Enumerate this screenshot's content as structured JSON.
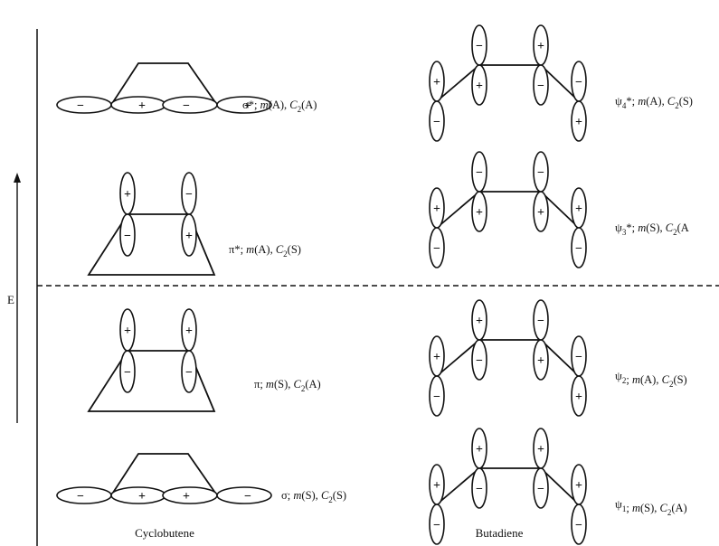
{
  "energy_axis": {
    "label": "E"
  },
  "names": {
    "cyclobutene": "Cyclobutene",
    "butadiene": "Butadiene"
  },
  "cyclobutene_orbitals": [
    {
      "key": "sigma_star",
      "sym": "σ*",
      "rest": "; m(A), C2(A)"
    },
    {
      "key": "pi_star",
      "sym": "π*",
      "rest": "; m(A), C2(S)"
    },
    {
      "key": "pi",
      "sym": "π",
      "rest": "; m(S), C2(A)"
    },
    {
      "key": "sigma",
      "sym": "σ",
      "rest": "; m(S), C2(S)"
    }
  ],
  "butadiene_orbitals": [
    {
      "key": "psi4",
      "sym": "ψ4*",
      "rest": "; m(A), C2(S)",
      "signs_top": [
        "+",
        "−",
        "+",
        "−"
      ]
    },
    {
      "key": "psi3",
      "sym": "ψ3*",
      "rest": "; m(S), C2(A",
      "signs_top": [
        "+",
        "−",
        "−",
        "+"
      ]
    },
    {
      "key": "psi2",
      "sym": "ψ2",
      "rest": "; m(A), C2(S)",
      "signs_top": [
        "+",
        "+",
        "−",
        "−"
      ]
    },
    {
      "key": "psi1",
      "sym": "ψ1",
      "rest": "; m(S), C2(A)",
      "signs_top": [
        "+",
        "+",
        "+",
        "+"
      ]
    }
  ],
  "signs": {
    "plus": "+",
    "minus": "−"
  }
}
